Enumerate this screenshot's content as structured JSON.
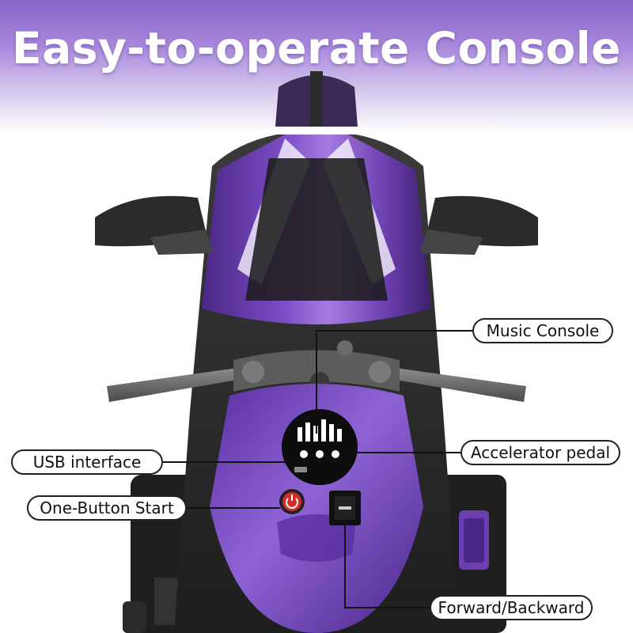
{
  "headline": "Easy-to-operate Console",
  "callouts": {
    "music_console": "Music Console",
    "usb_interface": "USB interface",
    "accelerator_pedal": "Accelerator pedal",
    "one_button_start": "One-Button Start",
    "forward_backward": "Forward/Backward"
  },
  "colors": {
    "body_purple": "#6b3fb0",
    "banner_purple": "#8a63c9",
    "power_button_red": "#d42b2b"
  }
}
